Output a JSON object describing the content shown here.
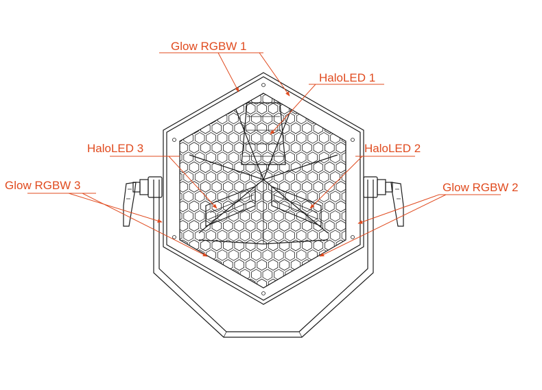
{
  "callout_color": "#e04a1e",
  "drawing_color": "#1a1a1a",
  "labels": {
    "glow_rgbw_1": "Glow RGBW 1",
    "glow_rgbw_2": "Glow RGBW 2",
    "glow_rgbw_3": "Glow RGBW 3",
    "haloled_1": "HaloLED 1",
    "haloled_2": "HaloLED 2",
    "haloled_3": "HaloLED 3"
  }
}
